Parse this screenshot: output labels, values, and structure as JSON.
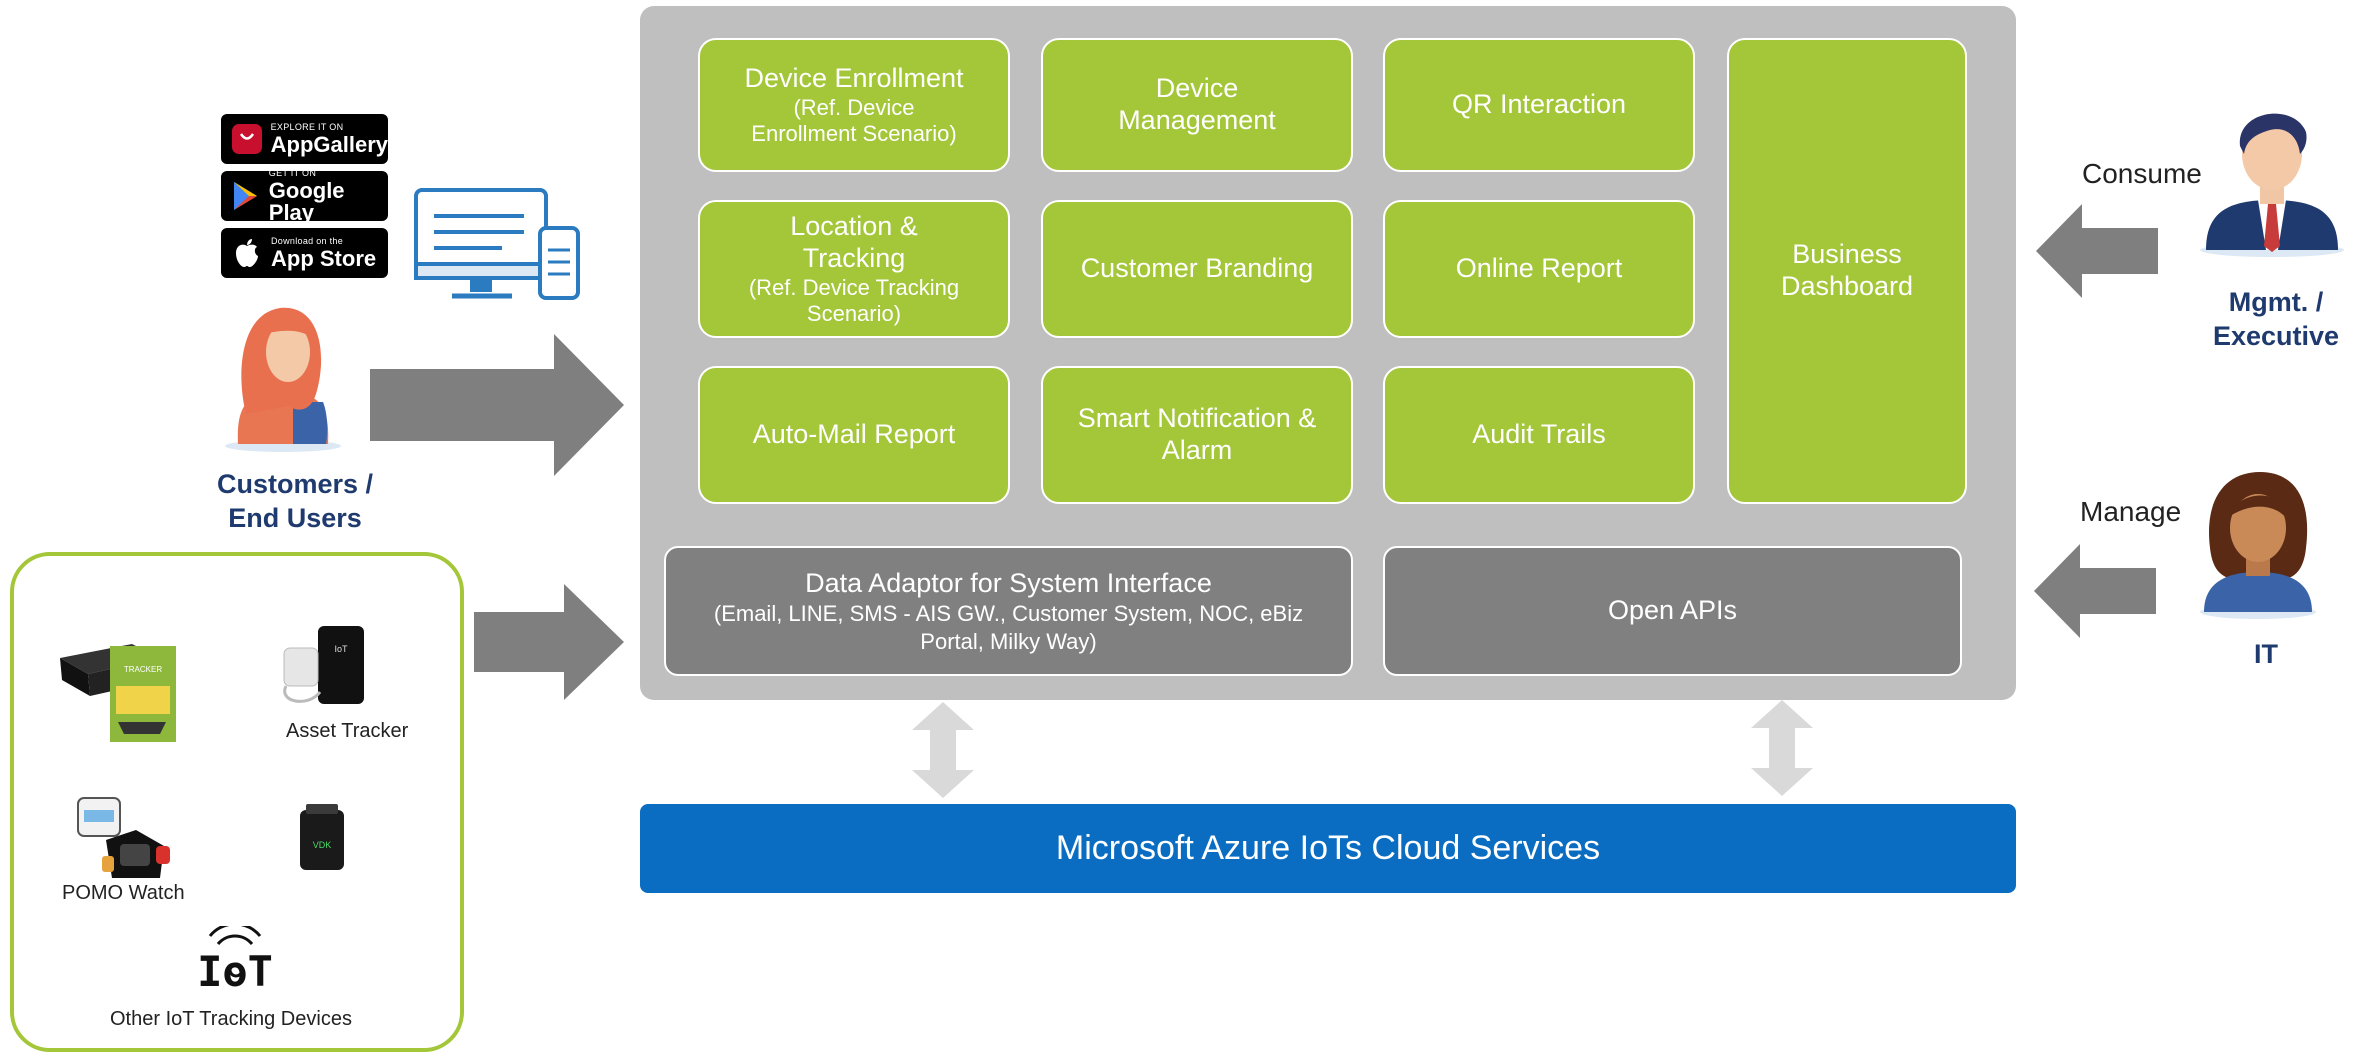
{
  "stores": [
    {
      "small": "EXPLORE IT ON",
      "large": "AppGallery",
      "icon": "huawei-appgallery-icon"
    },
    {
      "small": "GET IT ON",
      "large": "Google Play",
      "icon": "google-play-icon"
    },
    {
      "small": "Download on the",
      "large": "App Store",
      "icon": "apple-icon"
    }
  ],
  "roles": {
    "customers": "Customers /\nEnd Users",
    "mgmt": "Mgmt. /\nExecutive",
    "it": "IT"
  },
  "verbs": {
    "consume": "Consume",
    "manage": "Manage"
  },
  "modules": {
    "device_enrollment": {
      "title": "Device Enrollment",
      "sub": "(Ref. Device\nEnrollment  Scenario)"
    },
    "device_management": {
      "title": "Device\nManagement"
    },
    "qr_interaction": {
      "title": "QR Interaction"
    },
    "business_dashboard": {
      "title": "Business\nDashboard"
    },
    "location_tracking": {
      "title": "Location &\nTracking",
      "sub": "(Ref. Device  Tracking\nScenario)"
    },
    "customer_branding": {
      "title": "Customer Branding"
    },
    "online_report": {
      "title": "Online Report"
    },
    "auto_mail_report": {
      "title": "Auto-Mail Report"
    },
    "smart_notification": {
      "title": "Smart Notification &\nAlarm"
    },
    "audit_trails": {
      "title": "Audit Trails"
    }
  },
  "data_adaptor": {
    "title": "Data Adaptor for System Interface",
    "sub": "(Email, LINE, SMS - AIS GW., Customer  System, NOC, eBiz\nPortal, Milky Way)"
  },
  "open_apis": "Open APIs",
  "azure": "Microsoft Azure IoTs Cloud Services",
  "devices": {
    "asset_tracker": "Asset Tracker",
    "pomo_watch": "POMO Watch",
    "other": "Other IoT Tracking Devices",
    "tracker_box_text": "TRACKER",
    "obd_text": "VDK",
    "iot_logo": "IoT"
  },
  "colors": {
    "module_green": "#a4c639",
    "platform_gray": "#bfbfbf",
    "dark_gray": "#808080",
    "azure_blue": "#0a6dc2",
    "role_navy": "#1f3a6e",
    "arrow_gray": "#7f7f7f",
    "double_arrow": "#d9d9d9"
  }
}
